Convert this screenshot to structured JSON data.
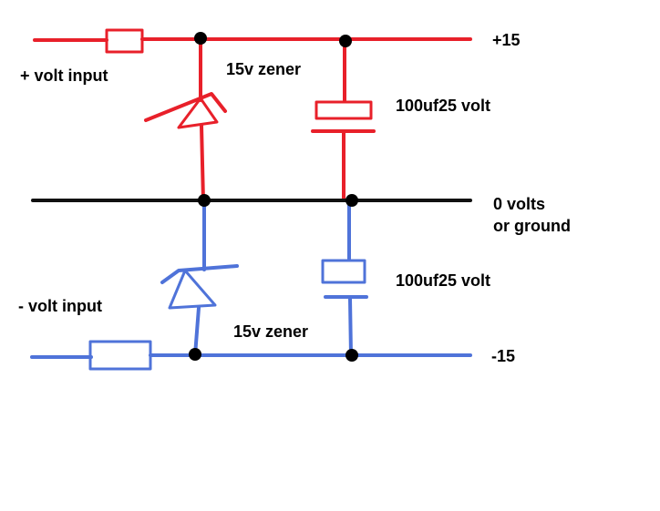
{
  "labels": {
    "pos_input": "+ volt input",
    "pos_zener": "15v zener",
    "pos_cap": "100uf25 volt",
    "pos_rail": "+15",
    "ground_line1": "0 volts",
    "ground_line2": "or ground",
    "neg_input": "- volt input",
    "neg_cap": "100uf25 volt",
    "neg_zener": "15v zener",
    "neg_rail": "-15"
  },
  "colors": {
    "positive": "#e8202a",
    "negative": "#4f73d9",
    "ground": "#111111",
    "node": "#000000"
  }
}
